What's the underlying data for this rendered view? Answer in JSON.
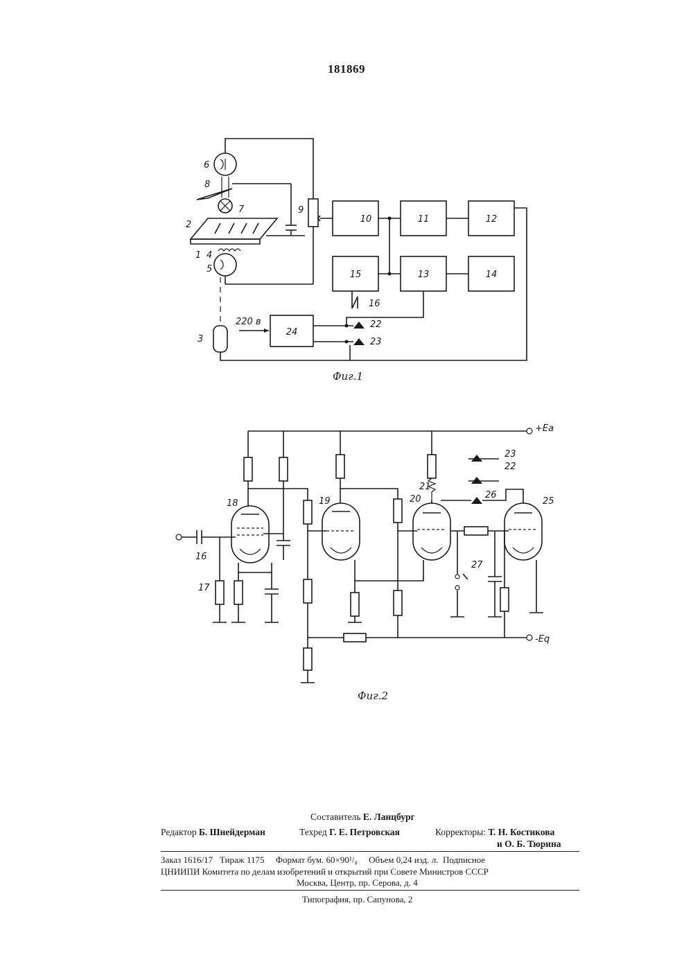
{
  "page_number": "181869",
  "fig1": {
    "caption": "Фиг.1",
    "blocks": [
      "10",
      "11",
      "12",
      "15",
      "13",
      "14",
      "24"
    ],
    "labels": {
      "l6": "6",
      "l8": "8",
      "l7": "7",
      "l2": "2",
      "l9": "9",
      "l1": "1",
      "l4": "4",
      "l5": "5",
      "l3": "3",
      "l16": "16",
      "l22": "22",
      "l23": "23",
      "v220": "220 в"
    }
  },
  "fig2": {
    "caption": "Фиг.2",
    "labels": {
      "ea": "+Eа",
      "eg": "-Eq",
      "l18": "18",
      "l19": "19",
      "l20": "20",
      "l21": "21",
      "l25": "25",
      "l26": "26",
      "l27": "27",
      "l23": "23",
      "l22": "22",
      "l16": "16",
      "l17": "17"
    }
  },
  "footer": {
    "compiler": "Составитель",
    "compiler_name": "Е. Ланцбург",
    "editor": "Редактор",
    "editor_name": "Б. Шнейдерман",
    "techred": "Техред",
    "techred_name": "Г. Е. Петровская",
    "correctors": "Корректоры:",
    "corrector1": "Т. Н. Костикова",
    "corrector2": "и О. Б. Тюрина",
    "order_line": "Заказ 1616/17   Тираж 1175     Формат бум. 60×90¹/₈     Объем 0,24 изд. л.  Подписное",
    "org_line": "ЦНИИПИ Комитета по делам изобретений и открытий при Совете Министров СССР",
    "address": "Москва, Центр, пр. Серова, д. 4",
    "printer": "Типография, пр. Сапунова, 2"
  }
}
